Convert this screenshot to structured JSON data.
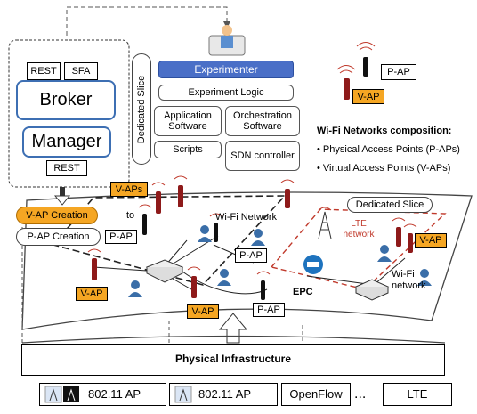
{
  "left_panel": {
    "rest_top": "REST",
    "sfa": "SFA",
    "broker": "Broker",
    "manager": "Manager",
    "rest_bottom": "REST",
    "dedicated_slice_vertical": "Dedicated Slice"
  },
  "experimenter_stack": {
    "experimenter": "Experimenter",
    "experiment_logic": "Experiment Logic",
    "application_software": "Application Software",
    "orchestration_software": "Orchestration Software",
    "scripts": "Scripts",
    "sdn_controller": "SDN controller"
  },
  "legend": {
    "p_ap": "P-AP",
    "v_ap": "V-AP",
    "title": "Wi-Fi Networks composition:",
    "items": [
      "Physical Access Points (P-APs)",
      "Virtual Access Points (V-APs)"
    ]
  },
  "network": {
    "v_ap_creation": "V-AP Creation",
    "p_ap_creation": "P-AP Creation",
    "v_aps": "V-APs",
    "to": "to",
    "wifi_network_top": "Wi-Fi Network",
    "dedicated_slice": "Dedicated Slice",
    "lte_network": "LTE network",
    "epc": "EPC",
    "wifi_network_right": "Wi-Fi network",
    "p_ap_labels": [
      "P-AP",
      "P-AP",
      "P-AP"
    ],
    "v_ap_labels": [
      "V-AP",
      "V-AP",
      "V-AP"
    ]
  },
  "infrastructure": {
    "title": "Physical Infrastructure",
    "items": [
      "802.11 AP",
      "802.11 AP",
      "OpenFlow",
      "...",
      "LTE"
    ]
  }
}
